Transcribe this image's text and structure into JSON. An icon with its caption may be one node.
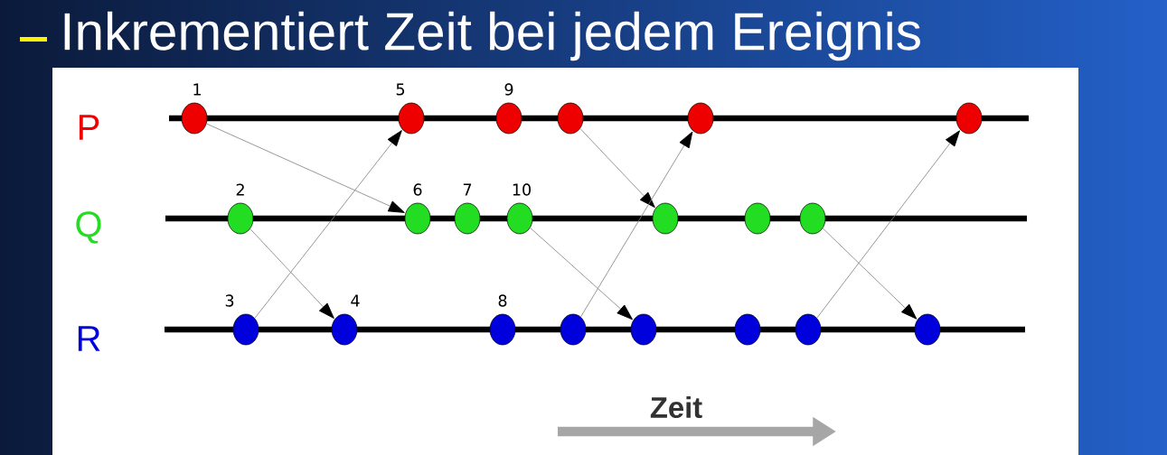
{
  "diagram": {
    "title": "Inkrementiert Zeit bei jedem Ereignis",
    "nodes": [
      {
        "text": [],
        "shape": "circle",
        "beside": [
          "1"
        ]
      },
      {
        "text": [],
        "shape": "circle",
        "beside": [
          "5"
        ]
      },
      {
        "text": [],
        "shape": "circle",
        "beside": [
          "9"
        ]
      },
      {
        "text": [],
        "shape": "circle"
      },
      {
        "text": [],
        "shape": "circle"
      },
      {
        "text": [],
        "shape": "circle"
      },
      {
        "text": [],
        "shape": "circle",
        "beside": [
          "2"
        ]
      },
      {
        "text": [],
        "shape": "circle",
        "beside": [
          "6"
        ]
      },
      {
        "text": [],
        "shape": "circle",
        "beside": [
          "7"
        ]
      },
      {
        "text": [],
        "shape": "circle",
        "beside": [
          "10"
        ]
      },
      {
        "text": [],
        "shape": "circle"
      },
      {
        "text": [],
        "shape": "circle"
      },
      {
        "text": [],
        "shape": "circle"
      },
      {
        "text": [],
        "shape": "circle",
        "beside": [
          "3"
        ]
      },
      {
        "text": [],
        "shape": "circle",
        "beside": [
          "4"
        ]
      },
      {
        "text": [],
        "shape": "circle",
        "beside": [
          "8"
        ]
      },
      {
        "text": [],
        "shape": "circle"
      },
      {
        "text": [],
        "shape": "circle"
      },
      {
        "text": [],
        "shape": "circle"
      },
      {
        "text": [],
        "shape": "circle"
      },
      {
        "text": [],
        "shape": "circle"
      }
    ],
    "edges": [
      {
        "from": 0,
        "to": 7,
        "arrow": "to"
      },
      {
        "from": 6,
        "to": 14,
        "arrow": "to"
      },
      {
        "from": 13,
        "to": 1,
        "arrow": "to"
      },
      {
        "from": 3,
        "to": 10,
        "arrow": "to"
      },
      {
        "from": 9,
        "to": 17,
        "arrow": "to"
      },
      {
        "from": 16,
        "to": 4,
        "arrow": "to"
      },
      {
        "from": 12,
        "to": 20,
        "arrow": "to"
      },
      {
        "from": 19,
        "to": 5,
        "arrow": "to"
      }
    ],
    "labels": [
      "P",
      "Q",
      "R",
      "Zeit"
    ]
  }
}
